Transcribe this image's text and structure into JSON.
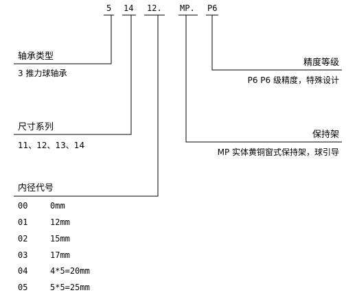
{
  "code_parts": {
    "type": "5",
    "size_series": "14",
    "bore": "12.",
    "cage": "MP.",
    "precision": "P6"
  },
  "left_sections": [
    {
      "title": "轴承类型",
      "desc": "3 推力球轴承"
    },
    {
      "title": "尺寸系列",
      "desc": "11、12、13、14"
    },
    {
      "title": "内径代号",
      "desc": ""
    }
  ],
  "right_sections": [
    {
      "title": "精度等级",
      "desc": "P6 P6 级精度，特殊设计"
    },
    {
      "title": "保持架",
      "desc": "MP 实体黄铜窗式保持架，球引导"
    }
  ],
  "bore_table": [
    {
      "code": "00",
      "value": "0mm"
    },
    {
      "code": "01",
      "value": "12mm"
    },
    {
      "code": "02",
      "value": "15mm"
    },
    {
      "code": "03",
      "value": "17mm"
    },
    {
      "code": "04",
      "value": "4*5=20mm"
    },
    {
      "code": "05",
      "value": "5*5=25mm"
    }
  ]
}
